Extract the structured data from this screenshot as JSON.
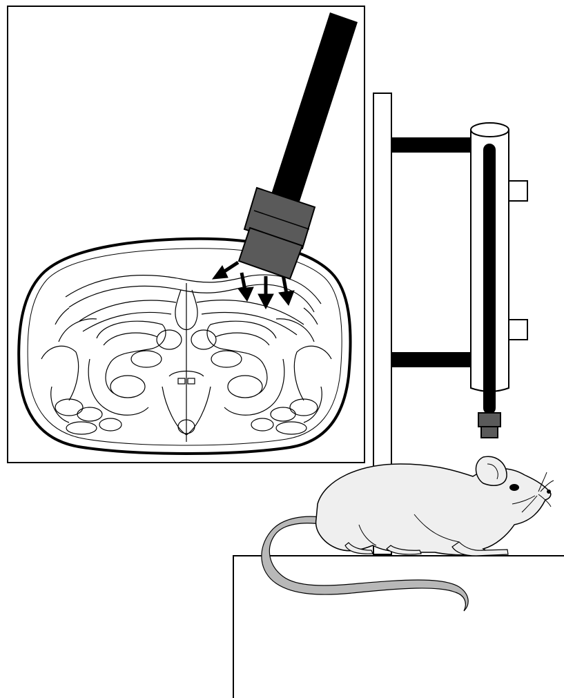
{
  "figure": {
    "background": "#ffffff",
    "ink": "#000000",
    "colors": {
      "probe_tip": "#5a5a5a",
      "mouse_fill": "#efefef",
      "tail_fill": "#b8b8b8",
      "tube_fill": "#ffffff",
      "fiber": "#000000"
    },
    "components": [
      "brain-section-panel",
      "light-probe",
      "light-arrows",
      "support-stand",
      "fiber-tube",
      "mouse",
      "platform"
    ],
    "arrow_count": 4
  }
}
